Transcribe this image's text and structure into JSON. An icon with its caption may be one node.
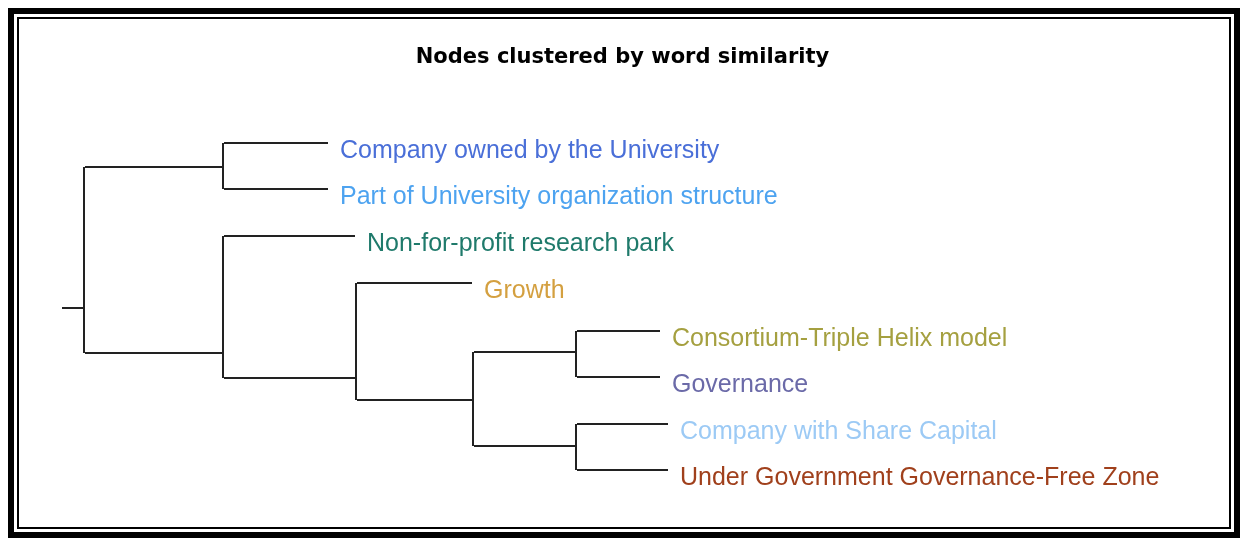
{
  "diagram": {
    "title": "Nodes clustered by word similarity",
    "nodes": [
      {
        "text": [],
        "shape": "bar"
      },
      {
        "text": [],
        "shape": "bar"
      },
      {
        "text": [
          "Company owned by the University"
        ]
      },
      {
        "text": [
          "Part of University organization structure"
        ]
      },
      {
        "text": [],
        "shape": "bar"
      },
      {
        "text": [
          "Non-for-profit research park"
        ]
      },
      {
        "text": [],
        "shape": "bar"
      },
      {
        "text": [
          "Growth"
        ]
      },
      {
        "text": [],
        "shape": "bar"
      },
      {
        "text": [],
        "shape": "bar"
      },
      {
        "text": [
          "Consortium-Triple Helix model"
        ]
      },
      {
        "text": [
          "Governance"
        ]
      },
      {
        "text": [],
        "shape": "bar"
      },
      {
        "text": [
          "Company with Share Capital"
        ]
      },
      {
        "text": [
          "Under Government Governance-Free Zone"
        ]
      }
    ],
    "edges": [
      {
        "from": null,
        "to": 0,
        "arrow": "none"
      },
      {
        "from": 0,
        "to": 1,
        "arrow": "none"
      },
      {
        "from": 0,
        "to": 4,
        "arrow": "none"
      },
      {
        "from": 1,
        "to": 2,
        "arrow": "none"
      },
      {
        "from": 1,
        "to": 3,
        "arrow": "none"
      },
      {
        "from": 4,
        "to": 5,
        "arrow": "none"
      },
      {
        "from": 4,
        "to": 6,
        "arrow": "none"
      },
      {
        "from": 6,
        "to": 7,
        "arrow": "none"
      },
      {
        "from": 6,
        "to": 8,
        "arrow": "none"
      },
      {
        "from": 8,
        "to": 9,
        "arrow": "none"
      },
      {
        "from": 8,
        "to": 12,
        "arrow": "none"
      },
      {
        "from": 9,
        "to": 10,
        "arrow": "none"
      },
      {
        "from": 9,
        "to": 11,
        "arrow": "none"
      },
      {
        "from": 12,
        "to": 13,
        "arrow": "none"
      },
      {
        "from": 12,
        "to": 14,
        "arrow": "none"
      }
    ]
  }
}
